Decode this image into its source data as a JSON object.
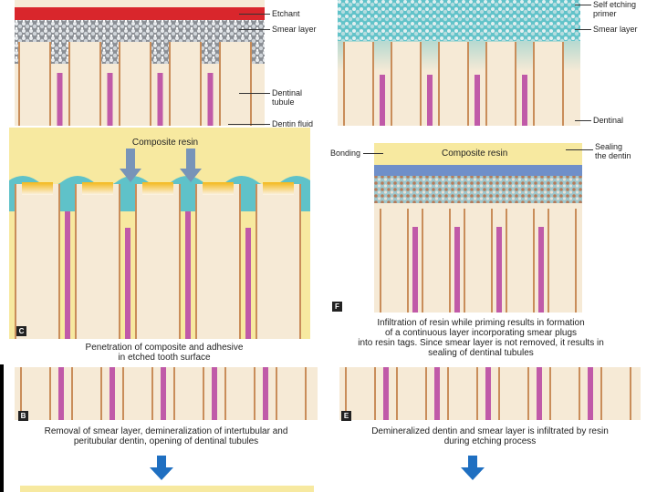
{
  "labels": {
    "etchant": "Etchant",
    "smear_layer_a": "Smear layer",
    "dentinal_tubule": "Dentinal\ntubule",
    "dentin_fluid": "Dentin fluid",
    "self_etching_primer": "Self etching\nprimer",
    "smear_layer_d": "Smear layer",
    "dentinal": "Dentinal",
    "composite_resin_c": "Composite resin",
    "bonding": "Bonding",
    "composite_resin_f": "Composite resin",
    "sealing_the_dentin": "Sealing\nthe dentin"
  },
  "panels": {
    "b": {
      "letter": "B",
      "caption": "Removal of smear layer, demineralization of intertubular and\nperitubular dentin, opening of dentinal tubules"
    },
    "c": {
      "letter": "C",
      "caption": "Penetration of composite and adhesive\nin etched tooth surface"
    },
    "e": {
      "letter": "E",
      "caption": "Demineralized dentin and smear layer is infiltrated by resin\nduring etching process"
    },
    "f": {
      "letter": "F",
      "caption": "Infiltration of resin while priming results in formation\nof a continuous layer incorporating smear plugs\ninto resin tags. Since smear layer is not removed, it results in\nsealing of dentinal tubules"
    }
  },
  "colors": {
    "etchant": "#d9262c",
    "dentin": "#f6ead6",
    "tubule_fluid": "#c05aa8",
    "peritubular": "#c98d5a",
    "composite": "#f7e9a0",
    "primer": "#5fc2c9",
    "bonding": "#6f8fc9",
    "arrow": "#1f6fc1"
  }
}
